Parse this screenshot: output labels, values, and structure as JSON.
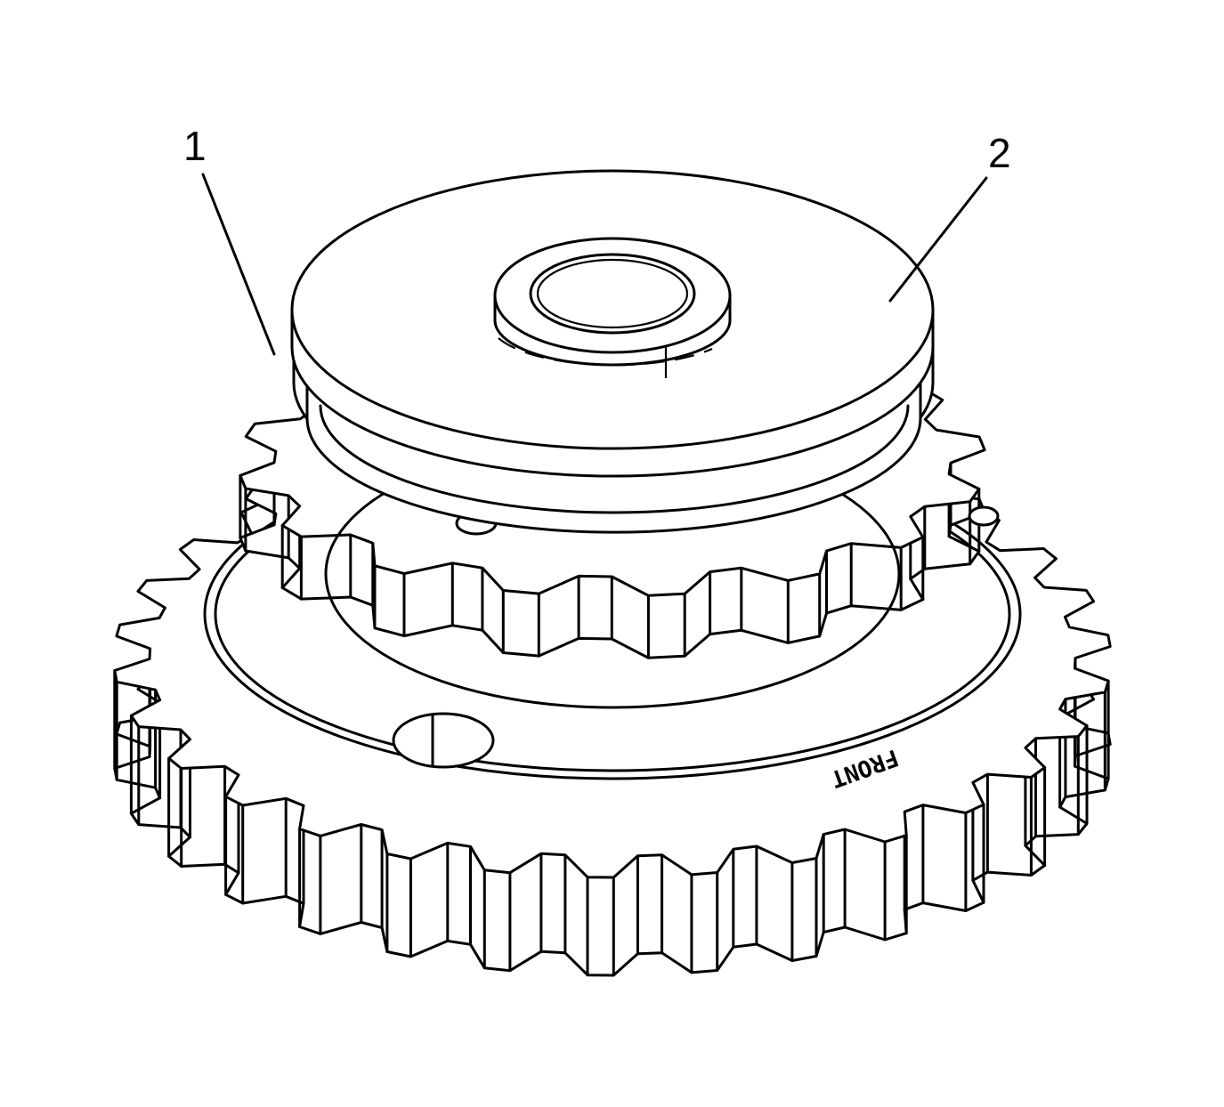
{
  "diagram": {
    "background": "#ffffff",
    "line_color": "#000000",
    "callouts": [
      {
        "id": "1",
        "label": "1"
      },
      {
        "id": "2",
        "label": "2"
      }
    ],
    "engraved_marks": {
      "large_gear": "FRONT"
    },
    "parts": [
      {
        "callout": "1",
        "name": "small-sprocket",
        "teeth": 16
      },
      {
        "callout": "2",
        "name": "pulley-disc"
      },
      {
        "name": "large-gear",
        "teeth": 30
      }
    ]
  }
}
